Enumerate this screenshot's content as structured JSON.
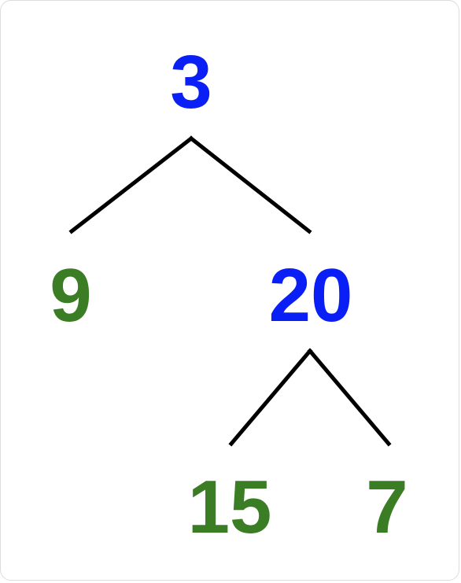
{
  "colors": {
    "internal_node": "#0a1ff5",
    "leaf_node": "#3a7d24",
    "edge": "#000000"
  },
  "tree": {
    "root": {
      "value": "3",
      "kind": "internal"
    },
    "left": {
      "value": "9",
      "kind": "leaf"
    },
    "right": {
      "value": "20",
      "kind": "internal"
    },
    "right_left": {
      "value": "15",
      "kind": "leaf"
    },
    "right_right": {
      "value": "7",
      "kind": "leaf"
    }
  }
}
